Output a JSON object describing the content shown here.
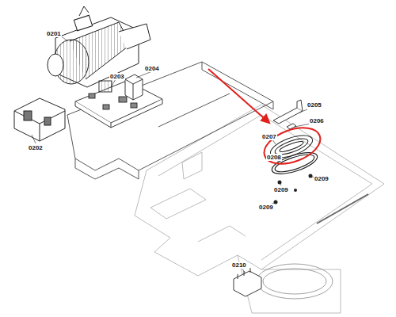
{
  "diagram": {
    "labels": [
      "0201",
      "0202",
      "0203",
      "0204",
      "0205",
      "0206",
      "0207",
      "0208",
      "0209",
      "0209",
      "0209",
      "0210"
    ]
  }
}
